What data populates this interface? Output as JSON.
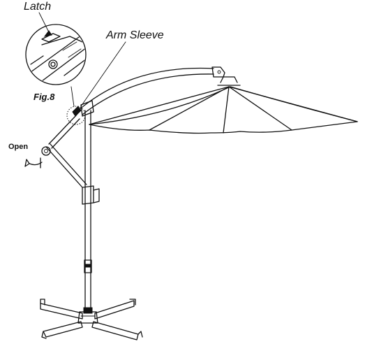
{
  "labels": {
    "latch": "Latch",
    "arm_sleeve": "Arm Sleeve",
    "figure": "Fig.8",
    "open": "Open"
  },
  "colors": {
    "line": "#111111",
    "background": "#ffffff"
  },
  "icons": {
    "open_arrow": "curved-arrow-icon"
  }
}
